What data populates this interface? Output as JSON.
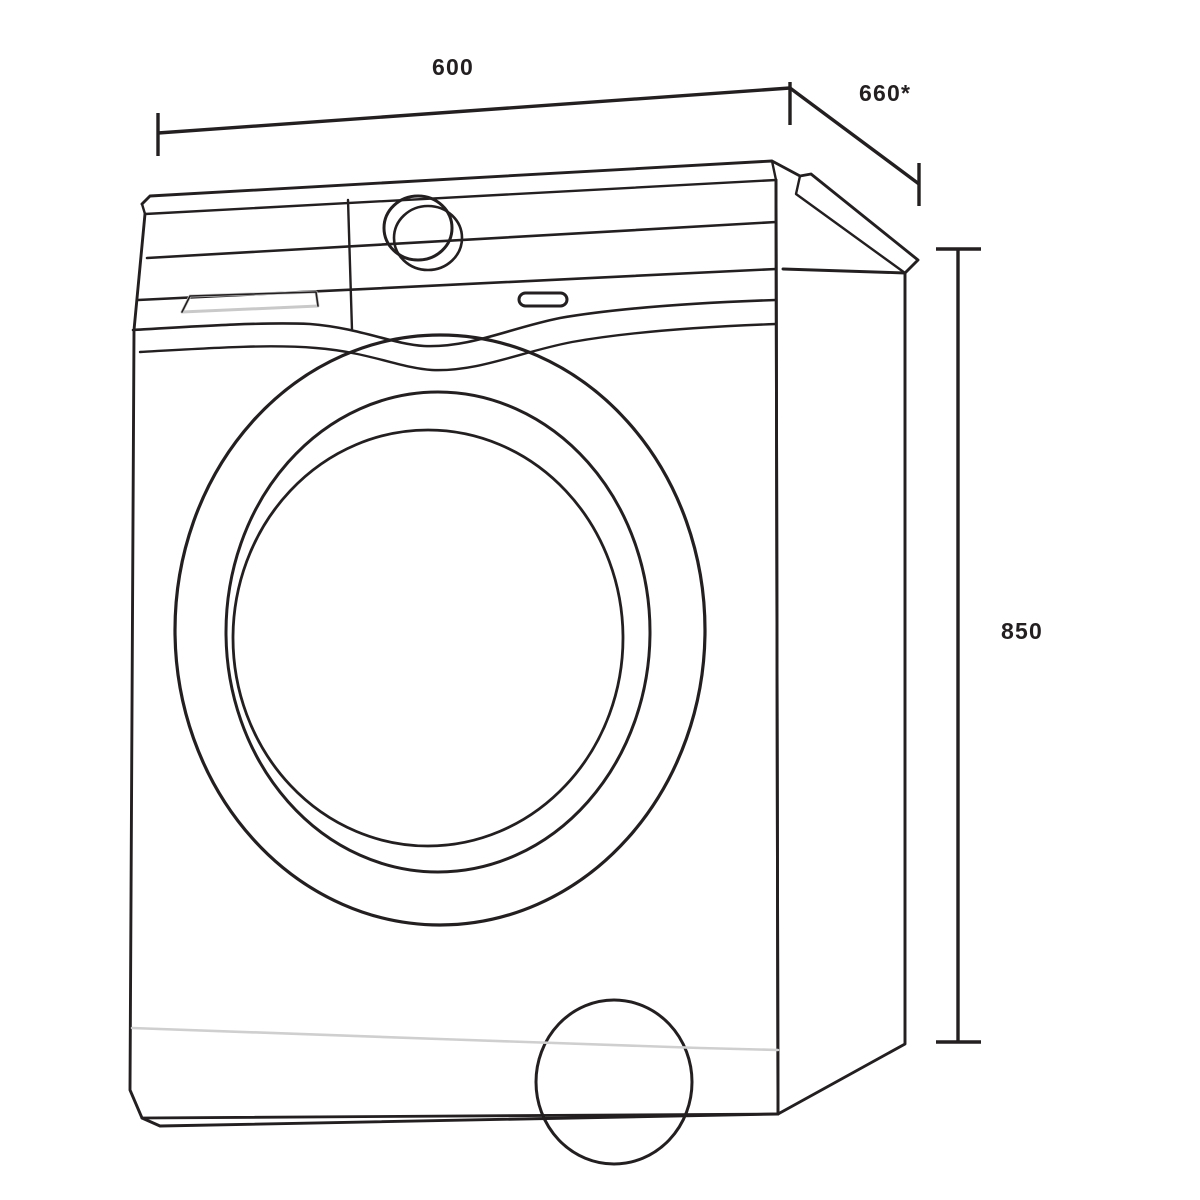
{
  "drawing": {
    "subject": "front-load washing machine",
    "view": "three-quarter perspective line drawing",
    "line_color": "#231f20",
    "accent_line_color": "#c9c9c9",
    "background_color": "#ffffff",
    "text_color": "#231f20"
  },
  "dimensions": {
    "width": {
      "label": "600",
      "name": "width-dimension",
      "orientation": "horizontal-top"
    },
    "depth": {
      "label": "660*",
      "name": "depth-dimension",
      "orientation": "diagonal-top-right"
    },
    "height": {
      "label": "850",
      "name": "height-dimension",
      "orientation": "vertical-right"
    }
  },
  "appliance_parts": {
    "top_lid": "top-lid",
    "control_panel": "control-panel",
    "detergent_drawer": "detergent-drawer",
    "control_knob": "control-knob",
    "display_button": "display-button",
    "door_outer_ring": "door-outer-ring",
    "door_inner_ring": "door-inner-ring",
    "door_glass": "door-glass",
    "filter_flap": "filter-access-flap",
    "plinth_seam": "plinth-seam",
    "side_panel": "right-side-panel",
    "front_panel": "front-panel"
  }
}
